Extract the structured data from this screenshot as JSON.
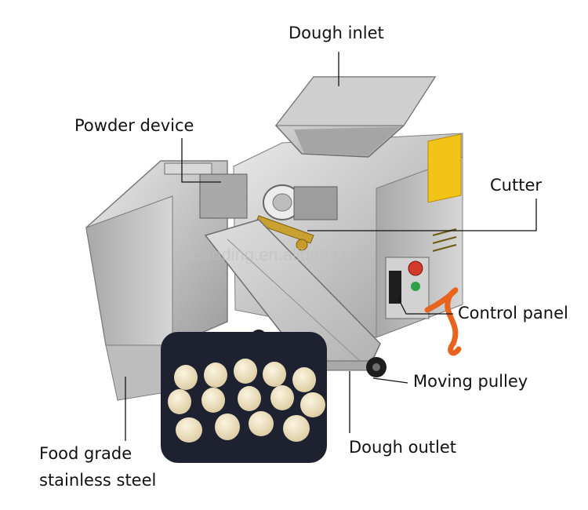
{
  "labels": {
    "dough_inlet": "Dough inlet",
    "powder_device": "Powder device",
    "cutter": "Cutter",
    "control_panel": "Control panel",
    "moving_pulley": "Moving pulley",
    "dough_outlet": "Dough outlet",
    "food_grade_line1": "Food grade",
    "food_grade_line2": "stainless steel"
  },
  "watermark": "jztaoding.en.alibaba.com",
  "colors": {
    "steel_light": "#dcdcdc",
    "steel_mid": "#b9b9b9",
    "steel_dark": "#8e8e8e",
    "warning_label": "#f2c418",
    "hose": "#e8641e",
    "dough": "#f1e5c6",
    "board": "#1e2130"
  }
}
